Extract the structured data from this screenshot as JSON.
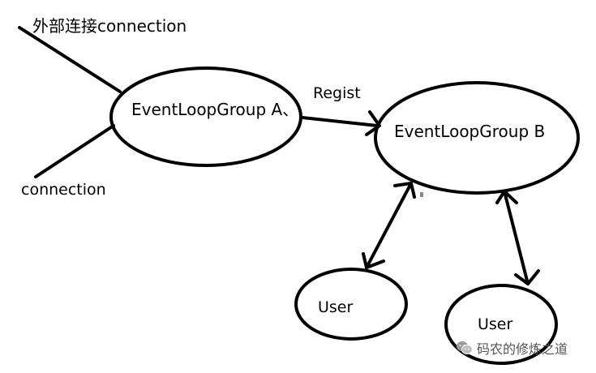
{
  "labels": {
    "external_connection": "外部连接connection",
    "connection": "connection",
    "regist": "Regist",
    "group_a": "EventLoopGroup A、",
    "group_b": "EventLoopGroup B",
    "user_1": "User",
    "user_2": "User"
  },
  "watermark": {
    "text": "码农的修炼之道",
    "icon": "wechat-icon"
  },
  "colors": {
    "ink": "#000000",
    "watermark": "#555555"
  }
}
